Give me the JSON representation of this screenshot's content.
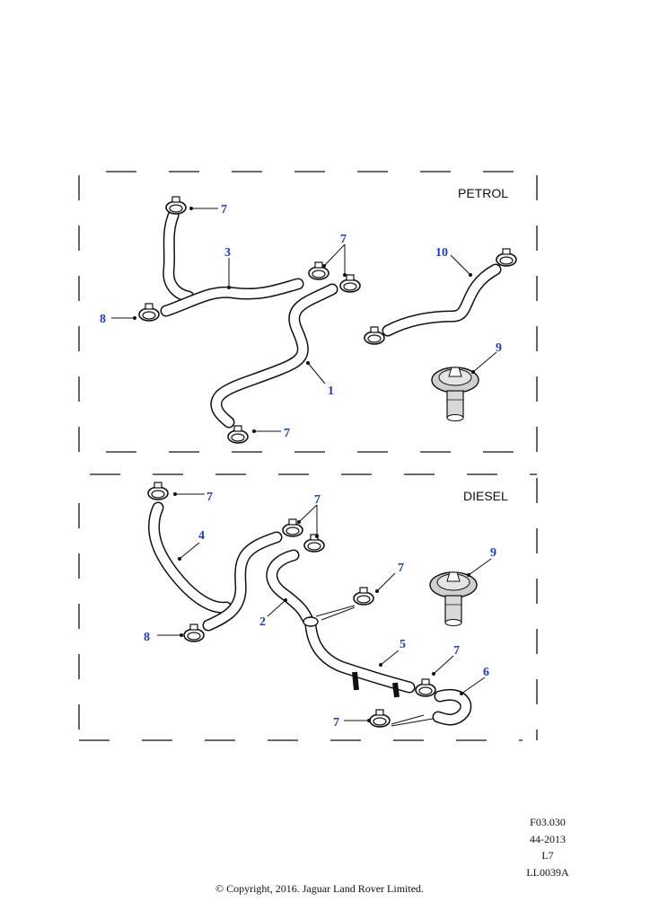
{
  "sections": {
    "petrol_label": "PETROL",
    "diesel_label": "DIESEL"
  },
  "callouts": {
    "p7a": "7",
    "p3": "3",
    "p7b": "7",
    "p10": "10",
    "p8": "8",
    "p9": "9",
    "p1": "1",
    "p7c": "7",
    "d7a": "7",
    "d7b": "7",
    "d4": "4",
    "d9": "9",
    "d7c": "7",
    "d2": "2",
    "d8": "8",
    "d5": "5",
    "d7d": "7",
    "d6": "6",
    "d7e": "7"
  },
  "reference": {
    "line1": "F03.030",
    "line2": "44-2013",
    "line3": "L7",
    "line4": "LL0039A"
  },
  "copyright": "© Copyright, 2016. Jaguar Land Rover Limited.",
  "colors": {
    "callout": "#1a3ccc",
    "line": "#111111"
  }
}
